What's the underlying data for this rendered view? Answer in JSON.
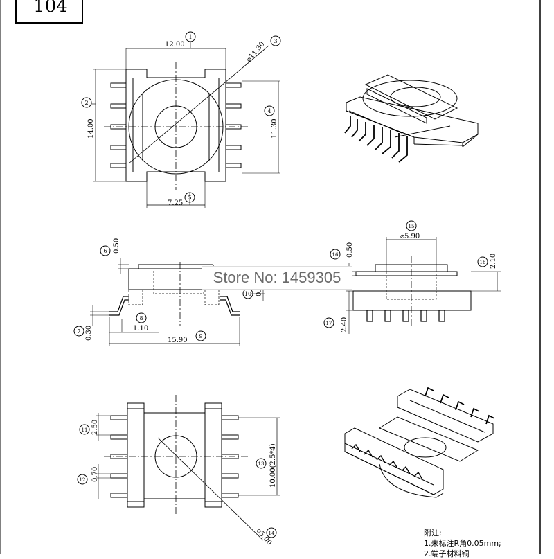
{
  "sheet_number": "104",
  "watermark": "Store No: 1459305",
  "top_view": {
    "dim_width": "12.00",
    "dim_height": "14.00",
    "dim_diameter": "⌀11.30",
    "dim_right": "11.30",
    "dim_bottom": "7.25",
    "balloons": [
      "1",
      "2",
      "3",
      "4",
      "5"
    ]
  },
  "side_view": {
    "dim_top_thickness": "0.50",
    "dim_step": "0.30",
    "dim_pin_thickness": "0.30",
    "dim_pin_width": "1.10",
    "dim_overall": "15.90",
    "balloons": [
      "6",
      "7",
      "8",
      "9",
      "10"
    ]
  },
  "front_view": {
    "dim_hole": "⌀5.90",
    "dim_top": "0.50",
    "dim_height": "2.10",
    "dim_pins": "2.40",
    "balloons": [
      "15",
      "16",
      "17",
      "18"
    ]
  },
  "bottom_view": {
    "dim_pitch_a": "2.50",
    "dim_pin_width": "0.70",
    "dim_span": "10.00(2.5*4)",
    "dim_diameter": "⌀5.00",
    "balloons": [
      "11",
      "12",
      "13",
      "14"
    ]
  },
  "notes": {
    "heading": "附注:",
    "line1": "1.未标注R角0.05mm;",
    "line2": "2.端子材料铜"
  }
}
